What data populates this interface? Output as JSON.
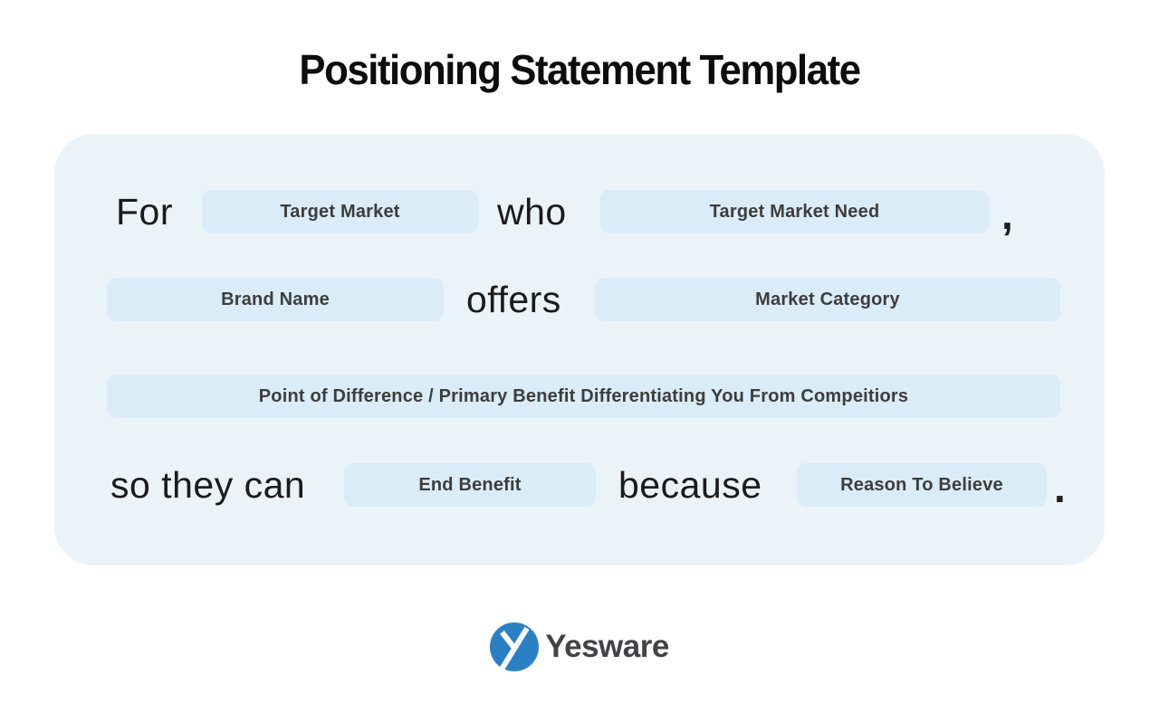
{
  "title": "Positioning Statement Template",
  "statement": {
    "row1": {
      "word_for": "For",
      "box_target_market": "Target Market",
      "word_who": "who",
      "box_target_market_need": "Target Market Need",
      "comma": ","
    },
    "row2": {
      "box_brand_name": "Brand Name",
      "word_offers": "offers",
      "box_market_category": "Market Category"
    },
    "row3": {
      "box_point_of_difference": "Point of Difference / Primary Benefit Differentiating You From Compeitiors"
    },
    "row4": {
      "word_so_they_can": "so they can",
      "box_end_benefit": "End Benefit",
      "word_because": "because",
      "box_reason_to_believe": "Reason To Believe",
      "period": "."
    }
  },
  "footer": {
    "brand": "Yesware",
    "logo_icon": "yesware-y-circle-icon"
  },
  "colors": {
    "page_bg": "#ffffff",
    "panel_bg": "#eaf3f8",
    "box_bg": "#d9ecf7",
    "box_text": "#3d3d3d",
    "word_text": "#1b1b1b",
    "title_text": "#0d0d0d",
    "logo_blue": "#2b80c4",
    "wordmark_gray": "#414347"
  }
}
